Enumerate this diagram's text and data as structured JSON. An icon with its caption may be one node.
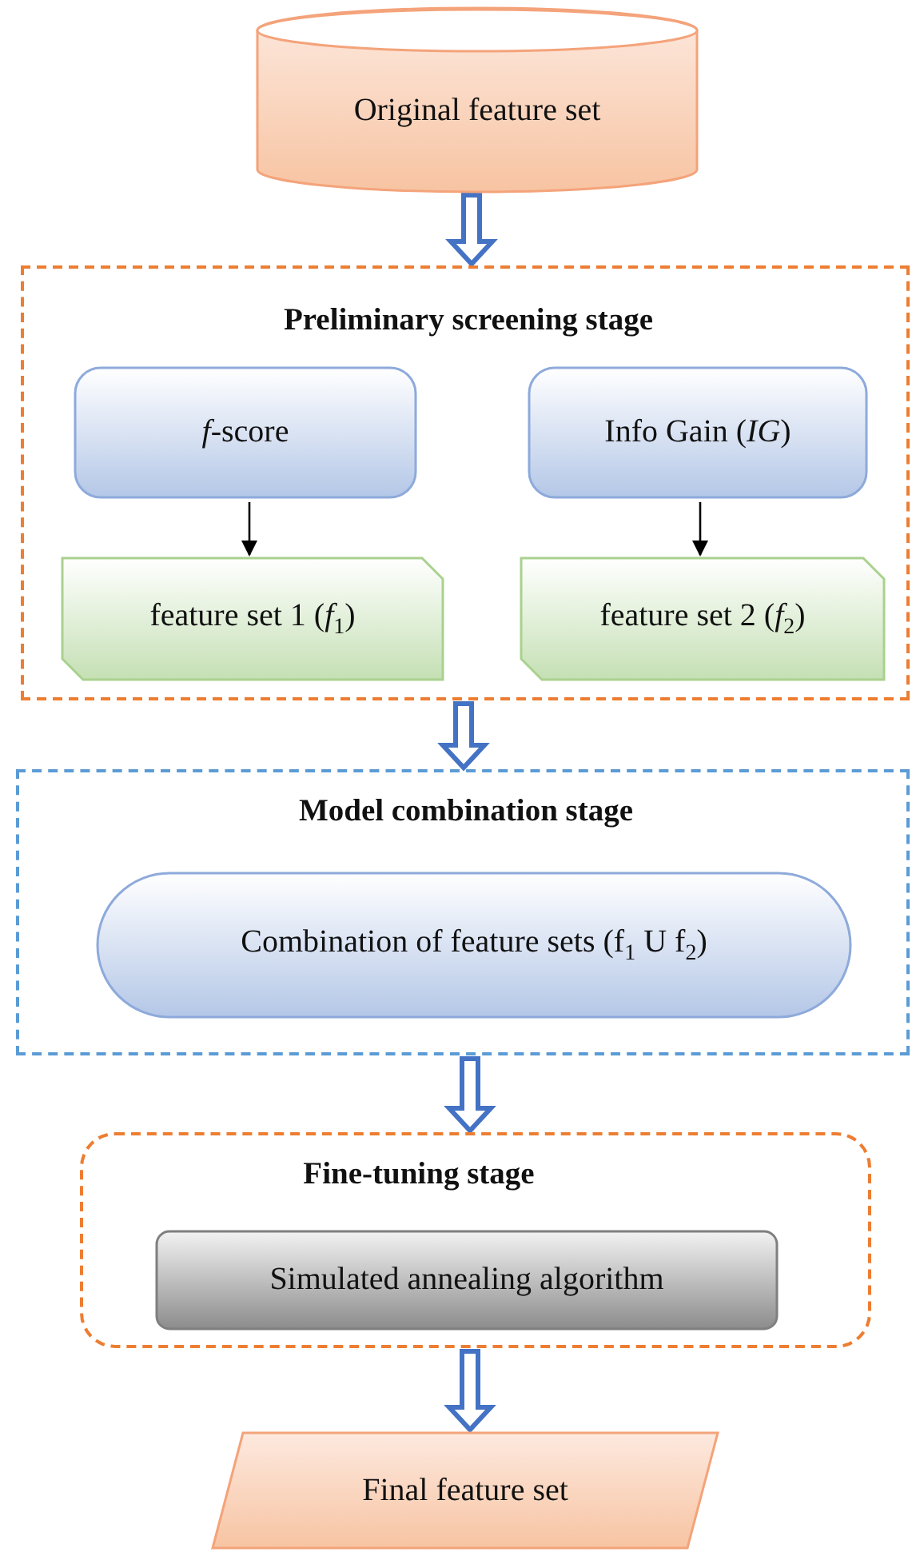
{
  "diagram": {
    "nodes": [
      {
        "text": [
          "Original feature set"
        ]
      },
      {
        "text": [
          "Preliminary screening stage"
        ]
      },
      {
        "text": [
          "*f*-score"
        ],
        "in": 1
      },
      {
        "text": [
          "Info Gain (*IG*)"
        ],
        "in": 1
      },
      {
        "text": [
          "feature set 1 (*f*$_{1}$)"
        ],
        "in": 1
      },
      {
        "text": [
          "feature set 2 (*f*$_{2}$)"
        ],
        "in": 1
      },
      {
        "text": [
          "Model combination stage"
        ]
      },
      {
        "text": [
          "Combination of feature sets (f$_{1}$ U f$_{2}$)"
        ],
        "in": 6
      },
      {
        "text": [
          "Fine-tuning stage"
        ]
      },
      {
        "text": [
          "Simulated annealing algorithm"
        ],
        "in": 8
      },
      {
        "text": [
          "Final feature set"
        ]
      }
    ],
    "edges": [
      {
        "from": 0,
        "to": 1,
        "arrow": "to",
        "style": "thick"
      },
      {
        "from": 2,
        "to": 4,
        "arrow": "to",
        "color": "#000000"
      },
      {
        "from": 3,
        "to": 5,
        "arrow": "to",
        "color": "#000000"
      },
      {
        "from": 1,
        "to": 6,
        "arrow": "to",
        "style": "thick"
      },
      {
        "from": 6,
        "to": 8,
        "arrow": "to",
        "style": "thick"
      },
      {
        "from": 8,
        "to": 10,
        "arrow": "to",
        "style": "thick"
      }
    ]
  }
}
